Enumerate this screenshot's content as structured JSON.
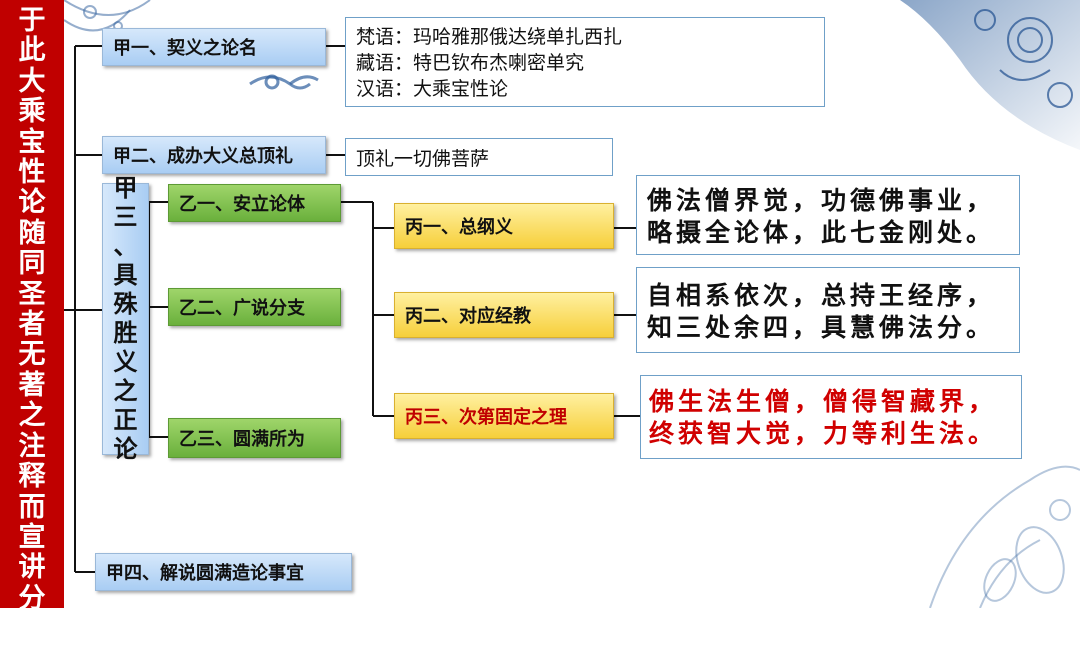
{
  "title_vertical": "于此大乘宝性论随同圣者无著之注释而宣讲分四",
  "jia1": {
    "label": "甲一、契义之论名",
    "names": [
      "梵语：玛哈雅那俄达绕单扎西扎",
      "藏语：特巴钦布杰喇密单究",
      "汉语：大乘宝性论"
    ]
  },
  "jia2": {
    "label": "甲二、成办大义总顶礼",
    "text": "顶礼一切佛菩萨"
  },
  "jia3": {
    "label": "甲三、具殊胜义之正论",
    "yi": [
      "乙一、安立论体",
      "乙二、广说分支",
      "乙三、圆满所为"
    ],
    "bing": [
      {
        "label": "丙一、总纲义",
        "verse": [
          "佛法僧界觉，功德佛事业，",
          "略摄全论体，此七金刚处。"
        ]
      },
      {
        "label": "丙二、对应经教",
        "verse": [
          "自相系依次，总持王经序，",
          "知三处余四，具慧佛法分。"
        ]
      },
      {
        "label": "丙三、次第固定之理",
        "verse": [
          "佛生法生僧，僧得智藏界，",
          "终获智大觉，力等利生法。"
        ]
      }
    ]
  },
  "jia4": {
    "label": "甲四、解说圆满造论事宜"
  },
  "colors": {
    "strip": "#c00000",
    "highlight_red": "#d00000",
    "connector": "#111111"
  }
}
